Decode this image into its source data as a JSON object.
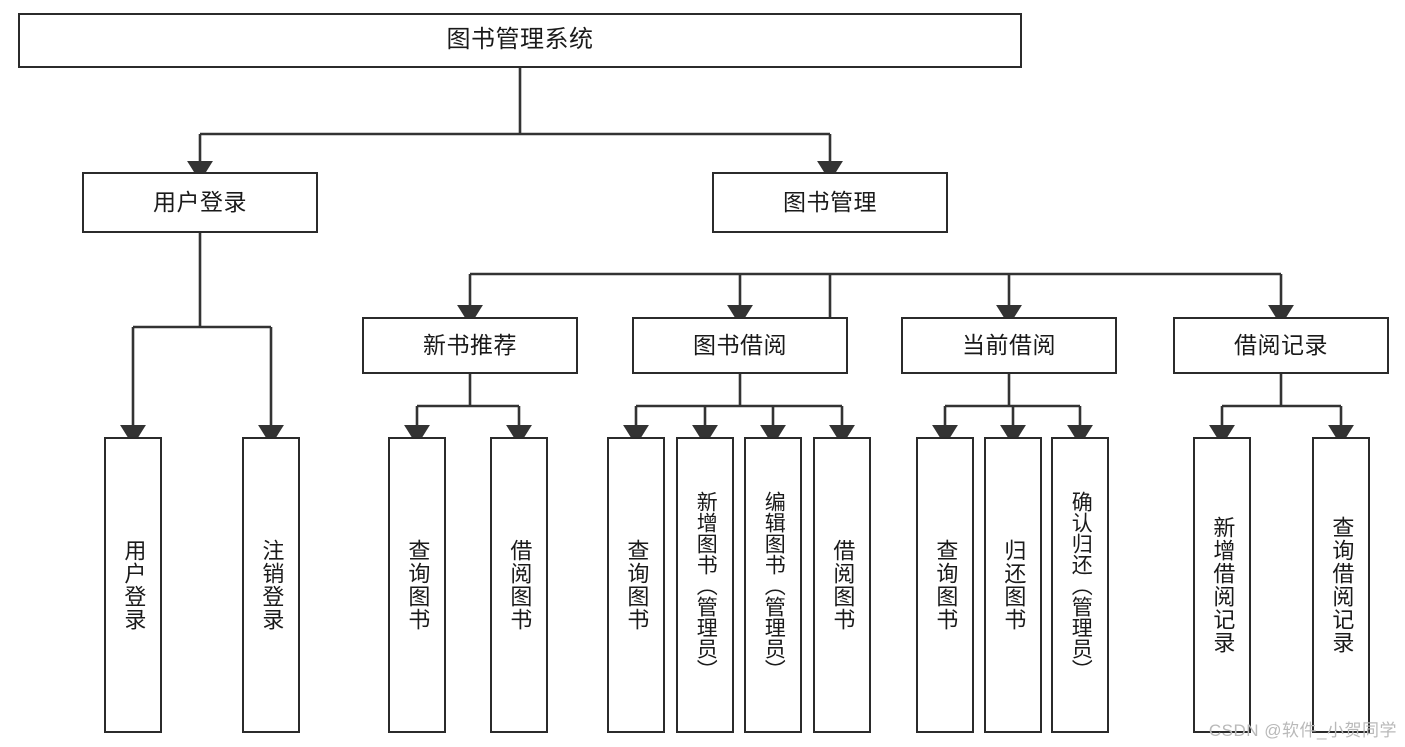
{
  "diagram": {
    "title": "图书管理系统",
    "type": "tree-hierarchy-functional-decomposition",
    "watermark": "CSDN @软件_小贺同学",
    "colors": {
      "box_border": "#2b2b2b",
      "box_fill": "#ffffff",
      "connector": "#333333",
      "text": "#1a1a1a",
      "watermark": "#b9b9b9"
    },
    "root": {
      "label": "图书管理系统"
    },
    "level2": [
      {
        "label": "用户登录"
      },
      {
        "label": "图书管理"
      }
    ],
    "level3": [
      {
        "label": "新书推荐"
      },
      {
        "label": "图书借阅"
      },
      {
        "label": "当前借阅"
      },
      {
        "label": "借阅记录"
      }
    ],
    "leaves": {
      "user_login": [
        {
          "label": "用户登录"
        },
        {
          "label": "注销登录"
        }
      ],
      "new_book_recommend": [
        {
          "label": "查询图书"
        },
        {
          "label": "借阅图书"
        }
      ],
      "book_borrow": [
        {
          "label": "查询图书"
        },
        {
          "label": "新增图书（管理员）"
        },
        {
          "label": "编辑图书（管理员）"
        },
        {
          "label": "借阅图书"
        }
      ],
      "current_borrow": [
        {
          "label": "查询图书"
        },
        {
          "label": "归还图书"
        },
        {
          "label": "确认归还（管理员）"
        }
      ],
      "borrow_record": [
        {
          "label": "新增借阅记录"
        },
        {
          "label": "查询借阅记录"
        }
      ]
    }
  }
}
